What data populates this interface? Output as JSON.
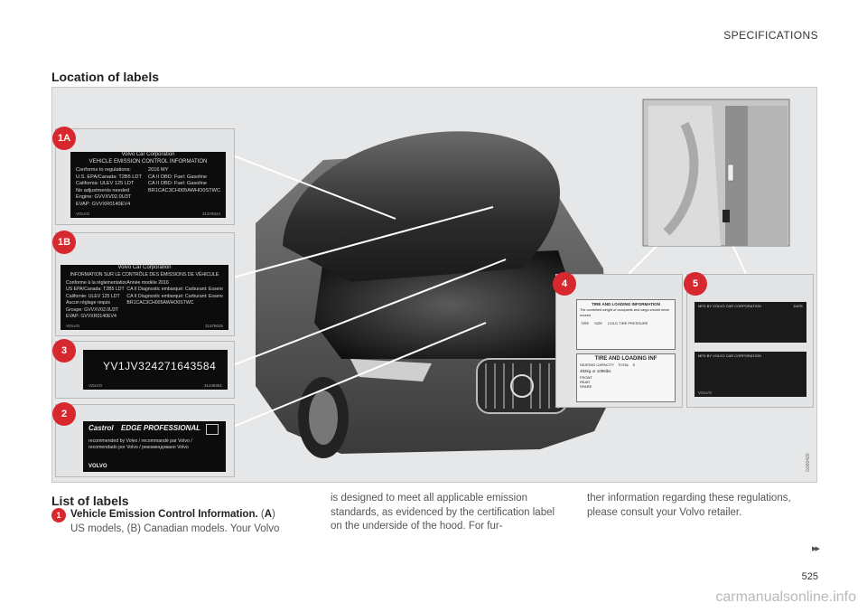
{
  "header": {
    "section": "SPECIFICATIONS"
  },
  "section_title": "Location of labels",
  "figure": {
    "code": "G000420",
    "panel_1a": {
      "number": "1A",
      "title_1": "Volvo Car Corporation",
      "title_2": "VEHICLE EMISSION CONTROL INFORMATION",
      "left_lines": [
        "Conforms to regulations:",
        "U.S. EPA/Canada: T2B5 LDT",
        "California: ULEV 125 LDT",
        "No adjustments needed",
        "Engine: GVVXV02.0U3T",
        "EVAP: GVVXR0140EV4"
      ],
      "right_lines": [
        "2016 MY",
        "CA II OBD: Fuel: Gasoline",
        "CA II OBD: Fuel: Gasoline",
        "BR1CAC3CH005AWHO0STWC"
      ],
      "brand": "VOLVO",
      "partno": "31378024"
    },
    "panel_1b": {
      "number": "1B",
      "title_1": "Volvo Car Corporation",
      "title_2": "INFORMATION SUR LE CONTRÔLE DES ÉMISSIONS DE VÉHICULE",
      "left_lines": [
        "Conforme à la réglementation:",
        "US EPA/Canada: T2B5 LDT",
        "Californie: ULEV 125 LDT",
        "Aucun réglage requis",
        "Groupe: GVVXV02.0U3T",
        "EVAP: GVVXR0140EV4"
      ],
      "right_lines": [
        "Année modèle 2016",
        "CA II Diagnostic embarqué: Carburant: Essence",
        "CA II Diagnostic embarqué: Carburant: Essence",
        "BR1CAC3CH005AWHO0STWC"
      ],
      "brand": "VOLVO",
      "partno": "31378025"
    },
    "panel_3": {
      "number": "3",
      "vin": "YV1JV324271643584",
      "brand": "VOLVO",
      "partno": "31448351"
    },
    "panel_2": {
      "number": "2",
      "brand_oil": "Castrol",
      "product": "EDGE PROFESSIONAL",
      "lines": [
        "recommended by Volvo / recommandé par Volvo /",
        "recomendado por Volvo / рекомендовано Volvo"
      ],
      "brand": "VOLVO"
    },
    "panel_4": {
      "number": "4",
      "upper_title": "TIRE AND LOADING INFORMATION",
      "lower_title": "TIRE AND LOADING INF",
      "seating_capacity": "SEATING CAPACITY",
      "total": "TOTAL",
      "total_value": "5",
      "weight_text": "The combined weight of occupants and cargo should never exceed",
      "weight_value": "492kg or 1085lbs",
      "columns": [
        "TIRE",
        "SIZE",
        "COLD TIRE PRESSURE"
      ],
      "rows": [
        "FRONT",
        "REAR",
        "SPARE"
      ]
    },
    "panel_5": {
      "number": "5",
      "upper_title": "MFD BY VOLVO CAR CORPORATION",
      "upper_date": "DATE",
      "lower_title": "MFD BY VOLVO CAR CORPORATION",
      "brand": "VOLVO"
    }
  },
  "list": {
    "heading": "List of labels",
    "item_number": "1",
    "item_title": "Vehicle Emission Control Information.",
    "item_tag_a": "A",
    "col1_text": "US models, (B) Canadian models. Your Volvo",
    "col2_text": "is designed to meet all applicable emission standards, as evidenced by the certification label on the underside of the hood. For fur-",
    "col3_text": "ther information regarding these regulations, please consult your Volvo retailer."
  },
  "footer": {
    "next": "▸▸",
    "page": "525",
    "watermark": "carmanualsonline.info"
  },
  "colors": {
    "badge": "#d7282f",
    "label_black": "#0c0c0c",
    "figure_bg": "#e6e7e8"
  }
}
